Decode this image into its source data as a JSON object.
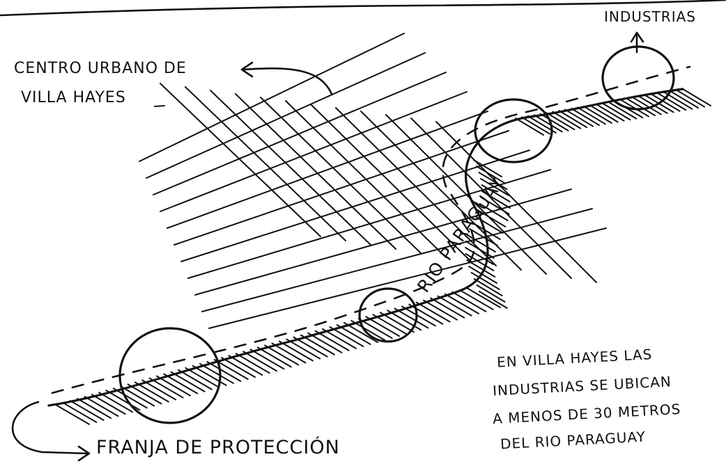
{
  "labels": {
    "urban_center_line1": "CENTRO URBANO DE",
    "urban_center_line2": "VILLA HAYES",
    "industries": "INDUSTRIAS",
    "river": "RIO PARAGUAY",
    "protection_strip": "FRANJA DE PROTECCIÓN"
  },
  "note": {
    "line1": "EN VILLA HAYES LAS",
    "line2": "INDUSTRIAS SE UBICAN",
    "line3": "A MENOS DE 30 METROS",
    "line4": "DEL RIO PARAGUAY"
  },
  "colors": {
    "ink": "#111111",
    "paper": "#ffffff"
  }
}
